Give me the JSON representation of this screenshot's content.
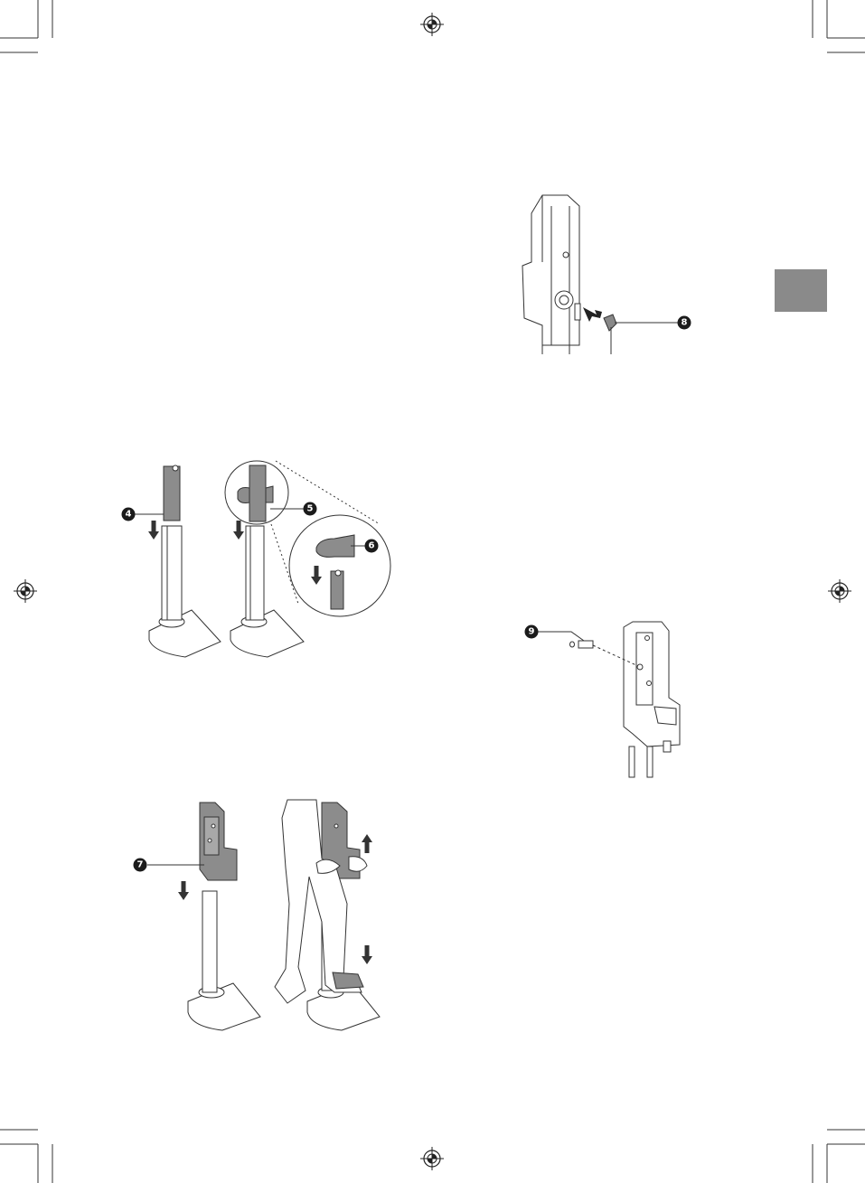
{
  "page": {
    "side_tab_color": "#8a8a8a",
    "callouts": {
      "c4": "4",
      "c5": "5",
      "c6": "6",
      "c7": "7",
      "c8": "8",
      "c9": "9"
    }
  }
}
